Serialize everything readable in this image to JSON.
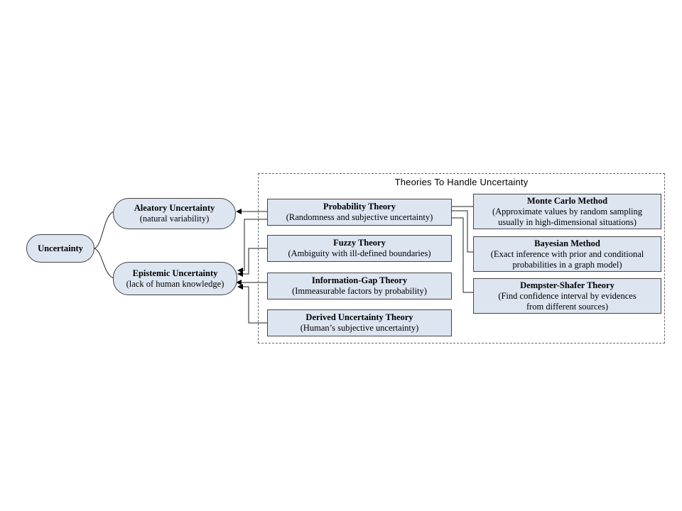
{
  "frame": {
    "title": "Theories To Handle Uncertainty"
  },
  "root": {
    "label": "Uncertainty"
  },
  "aleatory": {
    "title": "Aleatory Uncertainty",
    "desc": "(natural variability)"
  },
  "epistemic": {
    "title": "Epistemic Uncertainty",
    "desc": "(lack of human knowledge)"
  },
  "theories": [
    {
      "title": "Probability Theory",
      "desc": "(Randomness and subjective uncertainty)"
    },
    {
      "title": "Fuzzy Theory",
      "desc": "(Ambiguity with ill-defined boundaries)"
    },
    {
      "title": "Information-Gap Theory",
      "desc": "(Immeasurable factors by probability)"
    },
    {
      "title": "Derived Uncertainty Theory",
      "desc": "(Human’s subjective uncertainty)"
    }
  ],
  "methods": [
    {
      "title": "Monte Carlo Method",
      "desc1": "(Approximate values by random sampling",
      "desc2": "usually in high-dimensional situations)"
    },
    {
      "title": "Bayesian Method",
      "desc1": "(Exact inference with prior and conditional",
      "desc2": "probabilities in a graph model)"
    },
    {
      "title": "Dempster-Shafer Theory",
      "desc1": "(Find confidence interval by evidences",
      "desc2": "from different sources)"
    }
  ]
}
